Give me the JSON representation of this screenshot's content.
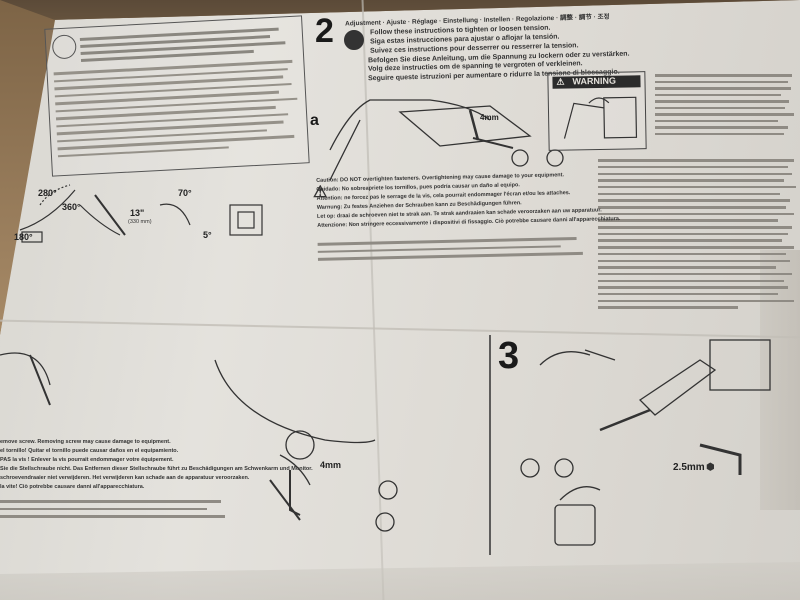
{
  "image": {
    "description_visible_only": true
  },
  "step2": {
    "number": "2",
    "headings": [
      "Adjustment · Ajuste · Réglage · Einstellung · Instellen · Regolazione · 調整 · 調节 · 조정",
      "Follow these instructions to tighten or loosen tension.",
      "Siga estas instrucciones para ajustar o aflojar la tensión.",
      "Suivez ces instructions pour desserrer ou resserrer la tension.",
      "Befolgen Sie diese Anleitung, um die Spannung zu lockern oder zu verstärken.",
      "Volg deze instructies om de spanning te vergroten of verkleinen.",
      "Seguire queste istruzioni per aumentare o ridurre la tensione di bloccaggio."
    ],
    "sub_a": "a",
    "tool_size": "4mm",
    "warning_title": "WARNING",
    "caution_lines": [
      "Caution: DO NOT overtighten fasteners. Overtightening may cause damage to your equipment.",
      "Cuidado: No sobreapriete los tornillos, pues podría causar un daño al equipo.",
      "Attention: ne forcez pas le serrage de la vis, cela pourrait endommager l'écran et/ou les attaches.",
      "Warnung: Zu festes Anziehen der Schrauben kann zu Beschädigungen führen.",
      "Let op: draai de schroeven niet te strak aan. Te strak aandraaien kan schade veroorzaken aan uw apparatuur.",
      "Attenzione: Non stringere eccessivamente i dispositivi di fissaggio. Ciò potrebbe causare danni all'apparecchiatura."
    ]
  },
  "range": {
    "rot_280": "280°",
    "rot_360": "360°",
    "rot_180": "180°",
    "lift_13": "13\"",
    "lift_mm": "(330 mm)",
    "tilt_70": "70°",
    "tilt_5": "5°"
  },
  "step3": {
    "number": "3",
    "tool_size": "2.5mm"
  },
  "left_bottom": {
    "tool_size": "4mm",
    "lines": [
      "emove screw. Removing screw may cause damage to equipment.",
      "el tornillo! Quitar el tornillo puede causar daños en el equipamiento.",
      "PAS la vis ! Enlever la vis pourrait endommager votre équipement.",
      "Sie die Stellschraube nicht. Das Entfernen dieser Stellschraube führt zu Beschädigungen am Schwenkarm und Monitor.",
      "schroevendraaier niet verwijderen. Het verwijderen kan schade aan de apparatuur veroorzaken.",
      "la vite! Ciò potrebbe causare danni all'apparecchiatura."
    ]
  }
}
